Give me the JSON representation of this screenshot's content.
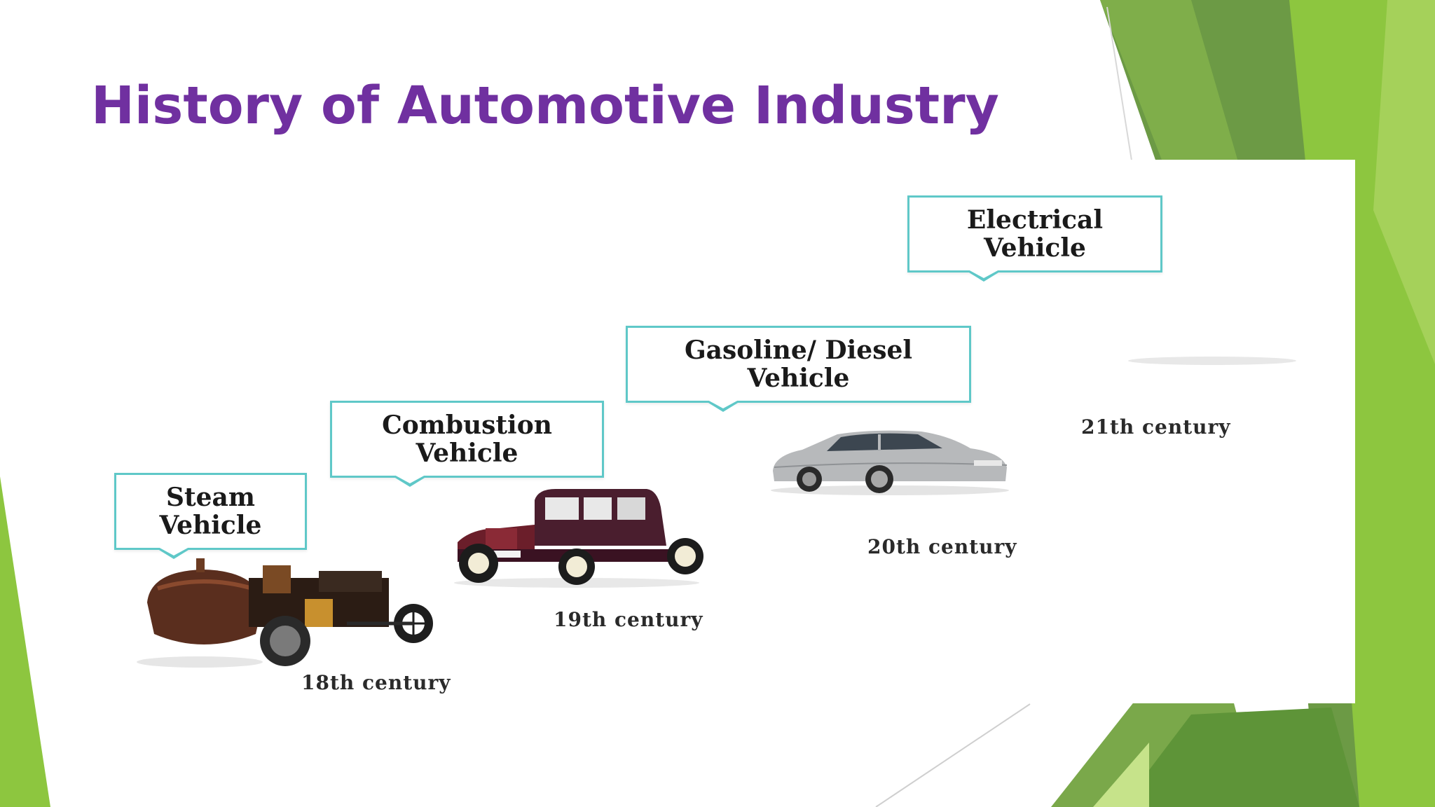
{
  "slide": {
    "title": "History of Automotive Industry"
  },
  "timeline": [
    {
      "label_line1": "Steam",
      "label_line2": "Vehicle",
      "century": "18th century"
    },
    {
      "label_line1": "Combustion",
      "label_line2": "Vehicle",
      "century": "19th century"
    },
    {
      "label_line1": "Gasoline/ Diesel",
      "label_line2": "Vehicle",
      "century": "20th century"
    },
    {
      "label_line1": "Electrical",
      "label_line2": "Vehicle",
      "century": "21th century"
    }
  ],
  "theme": {
    "title_color": "#7030a0",
    "callout_border": "#5fc8c8",
    "accent_green_light": "#8dc63f",
    "accent_green_dark": "#5a9a3a"
  }
}
